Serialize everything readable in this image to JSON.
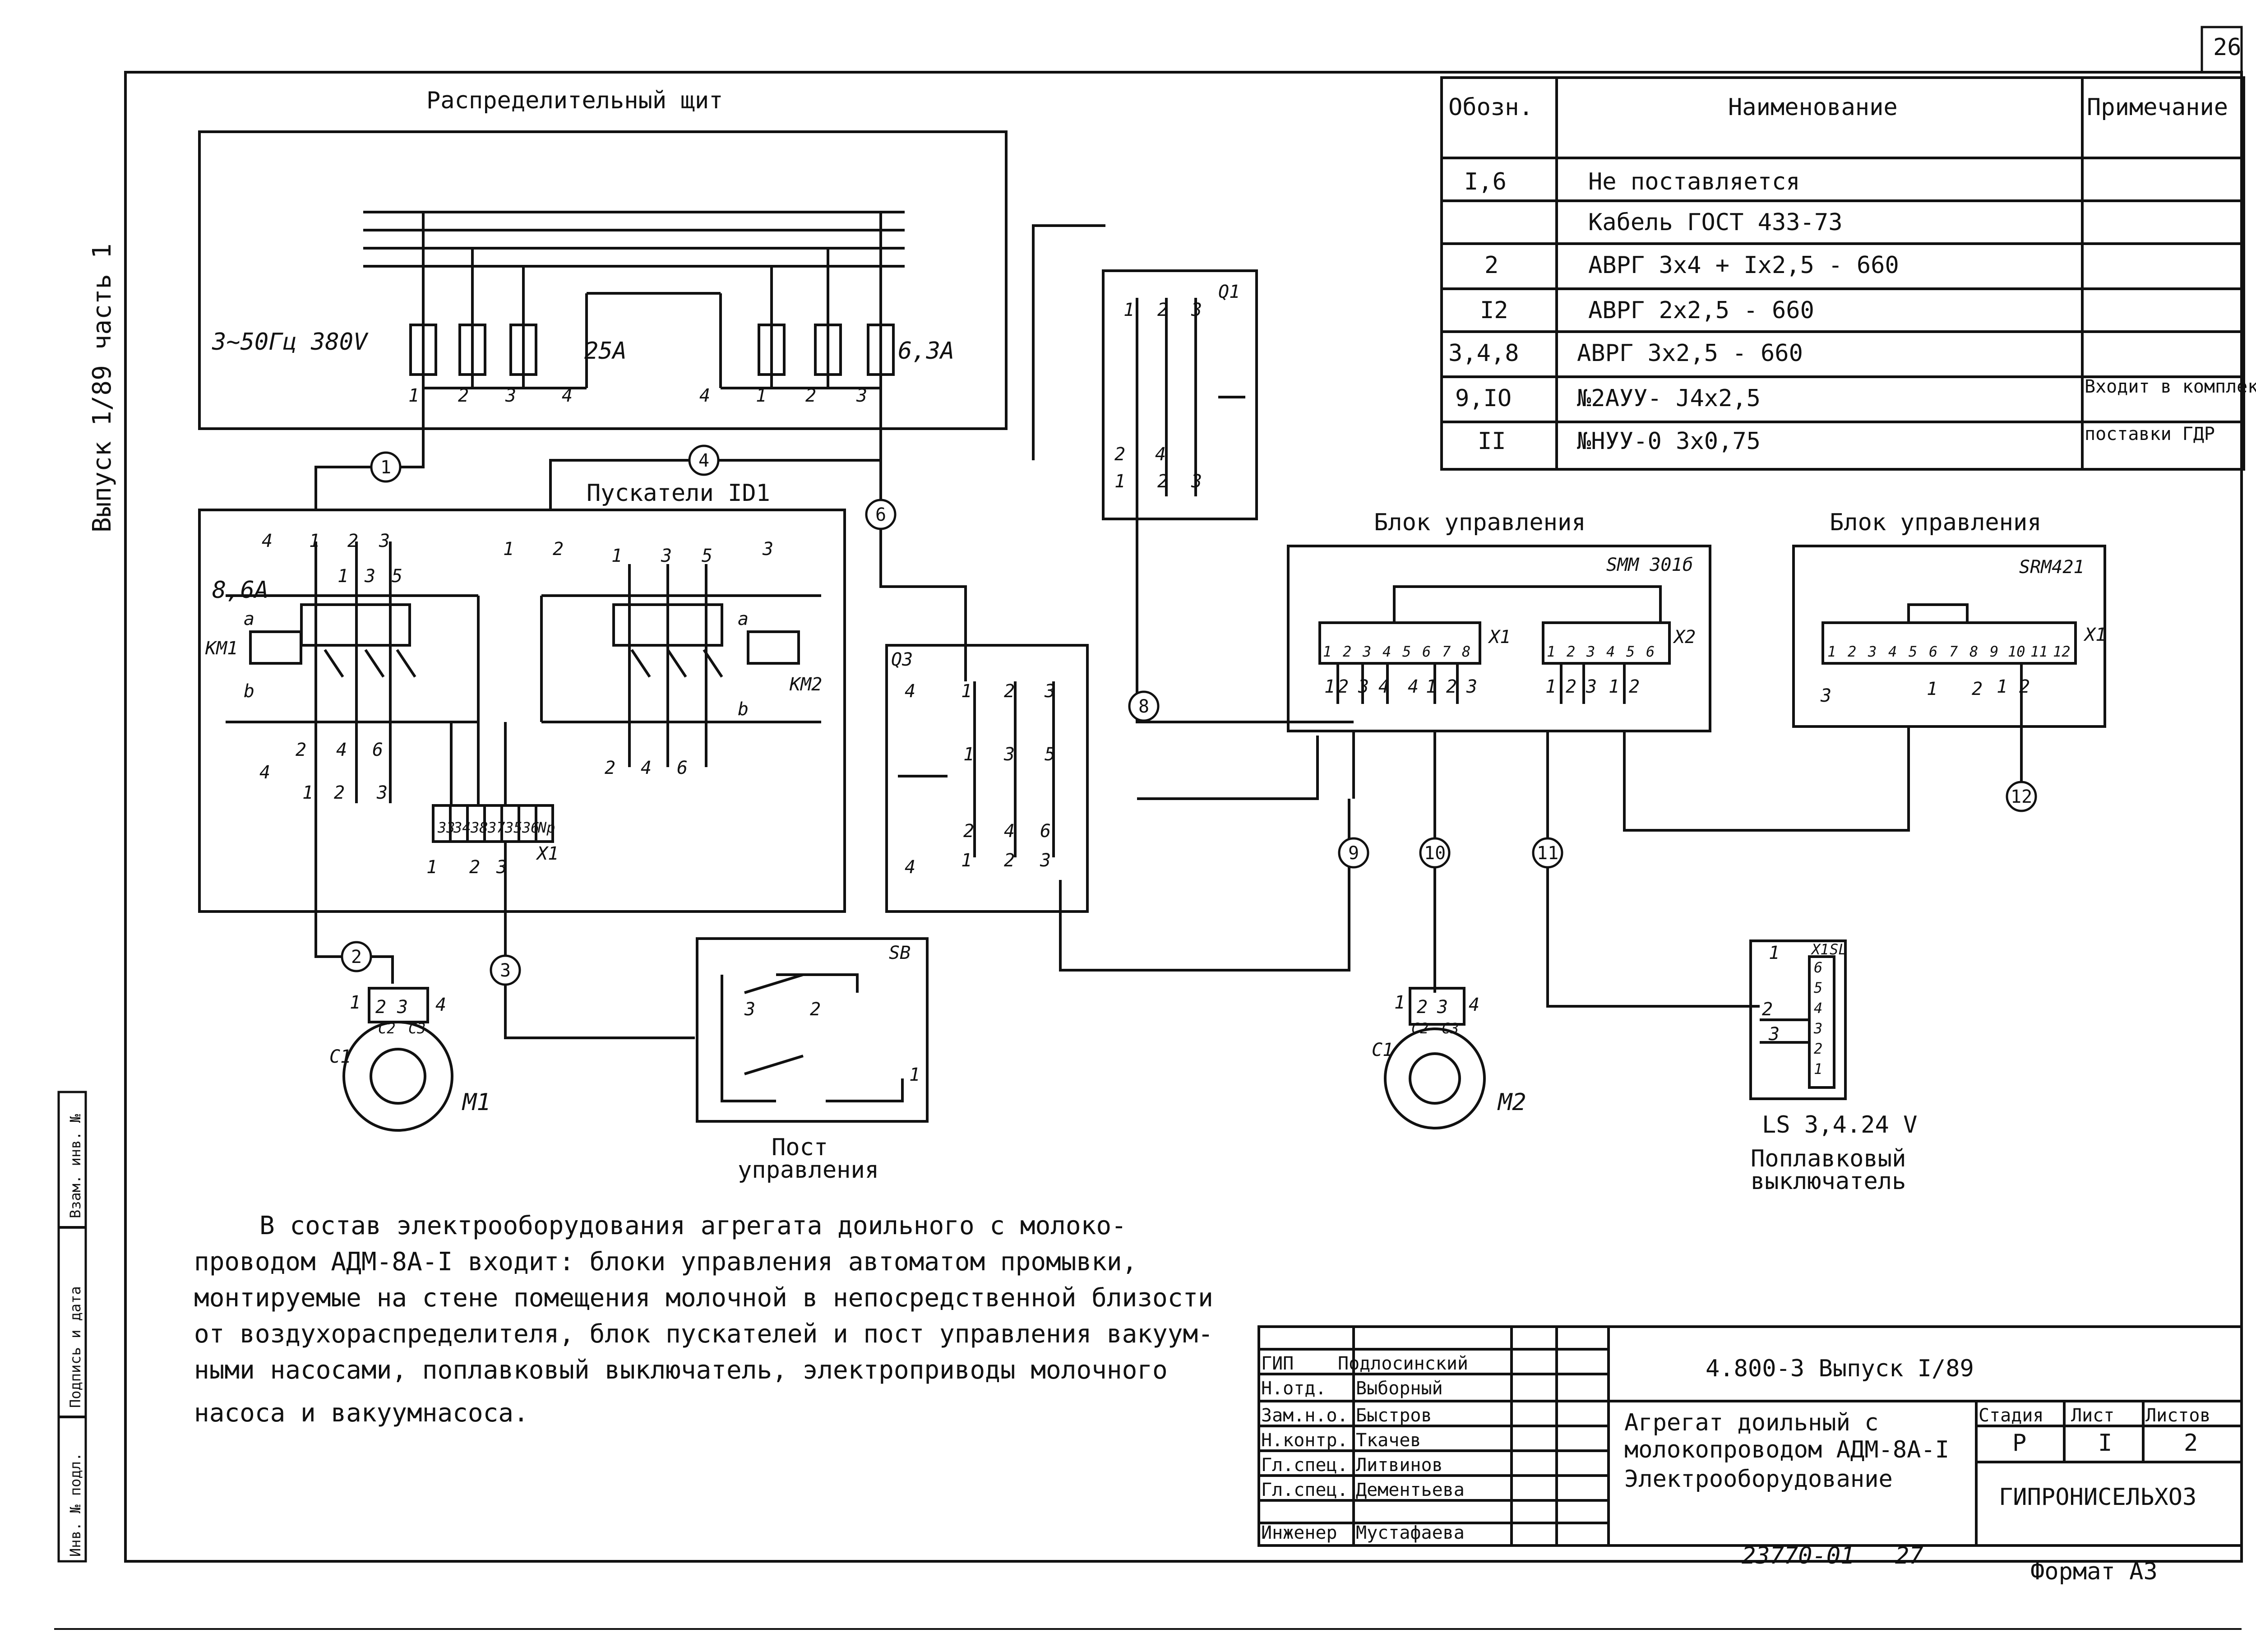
{
  "sheet": {
    "number": "26"
  },
  "margin": {
    "issue": "Выпуск 1/89 часть 1",
    "cells": [
      "Инв. № подл.",
      "Подпись и дата",
      "Взам. инв. №"
    ]
  },
  "board": {
    "title": "Распределительный щит",
    "supply": "3~50Гц 380V",
    "fuse1": "25A",
    "fuse2": "6,3A",
    "terms_left": [
      "1",
      "2",
      "3",
      "4"
    ],
    "terms_right": [
      "4",
      "1",
      "2",
      "3"
    ]
  },
  "starters": {
    "title": "Пускатели ID1",
    "km1": "KM1",
    "km2": "KM2",
    "relay": "8,6A",
    "tb": "X1",
    "tb_cells": [
      "33",
      "34",
      "38",
      "37",
      "35",
      "36",
      "Np"
    ],
    "tb_wires": [
      "1",
      "2",
      "3"
    ],
    "left_top_terms": [
      "4",
      "1",
      "2",
      "3"
    ],
    "left_mid_terms": [
      "1",
      "3",
      "5"
    ],
    "left_bot_terms": [
      "4",
      "2",
      "4",
      "6"
    ],
    "left_out": [
      "1",
      "2",
      "3"
    ],
    "right_top_terms": [
      "1",
      "2"
    ],
    "right_mid_terms": [
      "1",
      "3",
      "5",
      "3"
    ],
    "right_bot_terms": [
      "2",
      "4",
      "6"
    ],
    "contact_a": "a",
    "contact_b": "b"
  },
  "switches": {
    "q1": "Q1",
    "q1_top": [
      "1",
      "2",
      "3"
    ],
    "q1_bot": [
      "2",
      "4",
      "1",
      "2",
      "3"
    ],
    "q3": "Q3",
    "q3_top": [
      "4",
      "1",
      "2",
      "3"
    ],
    "q3_mid": [
      "1",
      "3",
      "5"
    ],
    "q3_bot": [
      "2",
      "4",
      "6",
      "4",
      "1",
      "2",
      "3"
    ]
  },
  "cables": {
    "n1": "1",
    "n2": "2",
    "n3": "3",
    "n4": "4",
    "n6": "6",
    "n8": "8",
    "n9": "9",
    "n10": "10",
    "n11": "11",
    "n12": "12"
  },
  "control_block1": {
    "title": "Блок управления",
    "model": "SMM 301б",
    "x1": "X1",
    "x2": "X2",
    "x1_cells": [
      "1",
      "2",
      "3",
      "4",
      "5",
      "6",
      "7",
      "8"
    ],
    "x2_cells": [
      "1",
      "2",
      "3",
      "4",
      "5",
      "6"
    ],
    "x1_wires": [
      "1",
      "2",
      "3",
      "4",
      "4",
      "1",
      "2",
      "3"
    ],
    "x2_wires": [
      "1",
      "2",
      "3",
      "1",
      "2"
    ]
  },
  "control_block2": {
    "title": "Блок управления",
    "model": "SRM421",
    "x1": "X1",
    "cells": [
      "1",
      "2",
      "3",
      "4",
      "5",
      "6",
      "7",
      "8",
      "9",
      "10",
      "11",
      "12"
    ],
    "wires": [
      "3",
      "1",
      "2",
      "1",
      "2"
    ]
  },
  "motors": {
    "m1": "M1",
    "m2": "M2",
    "terms": [
      "1",
      "2",
      "3",
      "4"
    ],
    "c1": "C1",
    "c2": "C2",
    "c3": "C3"
  },
  "post": {
    "label_line1": "Пост",
    "label_line2": "управления",
    "sb": "SB",
    "terms": [
      "3",
      "2",
      "1"
    ]
  },
  "float_switch": {
    "tb": "X1",
    "sl": "SL",
    "cells": [
      "6",
      "5",
      "4",
      "3",
      "2",
      "1"
    ],
    "wires": [
      "1",
      "2",
      "3"
    ],
    "model": "LS 3,4.24 V",
    "label_line1": "Поплавковый",
    "label_line2": "выключатель"
  },
  "legend": {
    "headers": [
      "Обозн.",
      "Наименование",
      "Примечание"
    ],
    "rows": [
      {
        "code": "I,6",
        "name": "Не поставляется",
        "note": ""
      },
      {
        "code": "",
        "name": "Кабель ГОСТ 433-73",
        "note": ""
      },
      {
        "code": "2",
        "name": "АВРГ 3х4 + Iх2,5 - 660",
        "note": ""
      },
      {
        "code": "I2",
        "name": "АВРГ 2х2,5 - 660",
        "note": ""
      },
      {
        "code": "3,4,8",
        "name": "АВРГ 3х2,5 - 660",
        "note": ""
      },
      {
        "code": "9,IO",
        "name": "№2АУУ- J4х2,5",
        "note": "Входит в комплект"
      },
      {
        "code": "II",
        "name": "№НУУ-0 3х0,75",
        "note": "поставки ГДР"
      }
    ]
  },
  "description": {
    "lines": [
      "В состав электрооборудования агрегата доильного с молоко-",
      "проводом АДМ-8А-I входит: блоки управления автоматом промывки,",
      "монтируемые на стене помещения молочной в непосредственной близости",
      "от воздухораспределителя, блок пускателей и пост управления вакуум-",
      "ными насосами, поплавковый выключатель, электроприводы молочного",
      "насоса и вакуумнасоса."
    ]
  },
  "title_block": {
    "doc_code": "4.800-3 Выпуск I/89",
    "title_lines": [
      "Агрегат доильный с",
      "молокопроводом АДМ-8А-I",
      "Электрооборудование"
    ],
    "stage_header": "Стадия",
    "sheet_header": "Лист",
    "sheets_header": "Листов",
    "stage": "Р",
    "sheet": "I",
    "sheets": "2",
    "org": "ГИПРОНИСЕЛЬХОЗ",
    "people": [
      {
        "role": "ГИП",
        "name": "Подлосинский"
      },
      {
        "role": "Н.отд.",
        "name": "Выборный"
      },
      {
        "role": "Зам.н.о.",
        "name": "Быстров"
      },
      {
        "role": "Н.контр.",
        "name": "Ткачев"
      },
      {
        "role": "Гл.спец.",
        "name": "Литвинов"
      },
      {
        "role": "Гл.спец.",
        "name": "Дементьева"
      },
      {
        "role": "Инженер",
        "name": "Мустафаева"
      }
    ]
  },
  "footer": {
    "inv_number": "23770-01",
    "copy": "27",
    "format": "Формат А3"
  }
}
